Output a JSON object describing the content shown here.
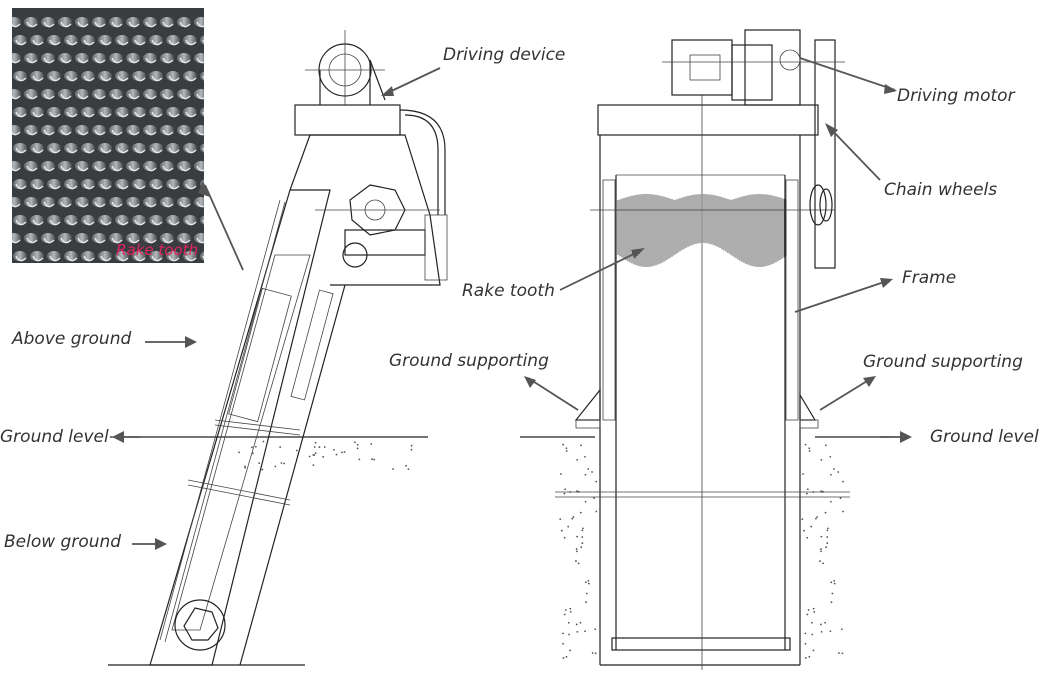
{
  "photo": {
    "caption": "Rake tooth",
    "icon": "rake-teeth-photo"
  },
  "labels": {
    "driving_device": "Driving device",
    "driving_motor": "Driving motor",
    "chain_wheels": "Chain wheels",
    "rake_tooth": "Rake tooth",
    "frame": "Frame",
    "above_ground": "Above ground",
    "ground_level_left": "Ground level",
    "ground_level_right": "Ground level",
    "ground_supporting_left": "Ground supporting",
    "ground_supporting_right": "Ground supporting",
    "below_ground": "Below ground"
  },
  "colors": {
    "label_text": "#333333",
    "photo_caption": "#e0245e",
    "drawing_line": "#222222"
  }
}
